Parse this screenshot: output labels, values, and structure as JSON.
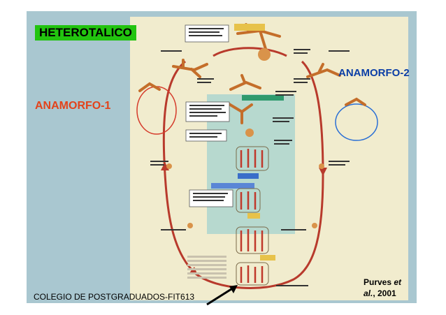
{
  "labels": {
    "heterotalico": "HETEROTALICO",
    "anamorfo1": "ANAMORFO-1",
    "anamorfo2": "ANAMORFO-2"
  },
  "footer": {
    "institution": "COLEGIO DE POSTGRADUADOS-FIT613",
    "credit_author": "Purves",
    "credit_etal": "et",
    "credit_line2_italic": "al.",
    "credit_year": ", 2001"
  },
  "colors": {
    "panel_bg": "#a9c7d0",
    "figure_bg": "#f1ecce",
    "heterotalico_bg": "#22c40f",
    "anamorfo1_text": "#e3431b",
    "anamorfo2_text": "#0b3ea6"
  }
}
